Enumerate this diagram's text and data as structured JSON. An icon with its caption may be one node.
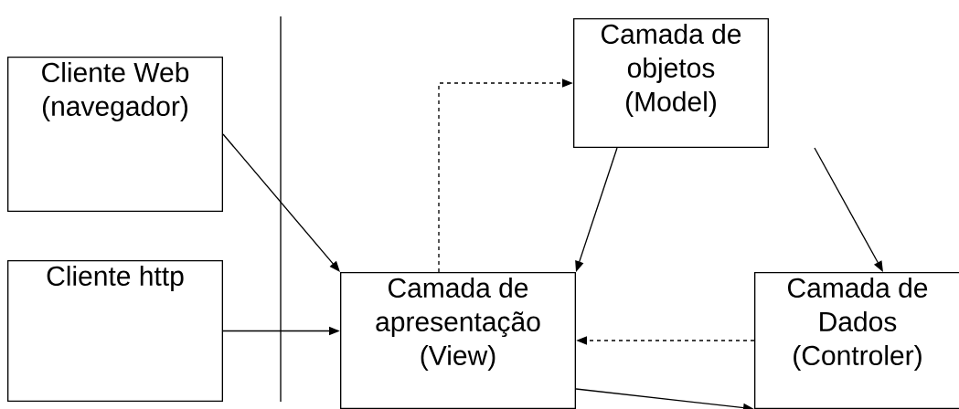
{
  "diagram": {
    "nodes": [
      {
        "text": [
          "Cliente Web (navegador)"
        ]
      },
      {
        "text": [
          "Camada de objetos (Model)"
        ]
      },
      {
        "text": [
          "Cliente http"
        ]
      },
      {
        "text": [
          "Camada de apresentação (View)"
        ]
      },
      {
        "text": [
          "Camada de Dados (Controler)"
        ]
      }
    ],
    "edges": [
      {
        "from": 0,
        "to": 3,
        "arrow": "to"
      },
      {
        "from": 2,
        "to": 3,
        "arrow": "to"
      },
      {
        "from": 3,
        "to": 1,
        "arrow": "to",
        "style": "dashed"
      },
      {
        "from": 1,
        "to": 3,
        "arrow": "to"
      },
      {
        "from": 1,
        "to": 4,
        "arrow": "to"
      },
      {
        "from": 4,
        "to": 3,
        "arrow": "to",
        "style": "dashed"
      },
      {
        "from": 3,
        "to": 4,
        "arrow": "to"
      }
    ]
  }
}
